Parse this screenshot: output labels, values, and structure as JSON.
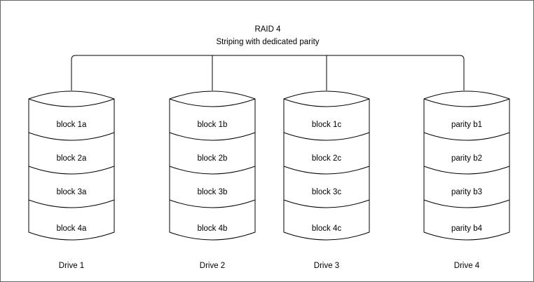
{
  "diagram": {
    "title_line1": "RAID 4",
    "title_line2": "Striping with dedicated parity",
    "drives": [
      {
        "label": "Drive 1",
        "blocks": [
          "block 1a",
          "block 2a",
          "block 3a",
          "block 4a"
        ]
      },
      {
        "label": "Drive 2",
        "blocks": [
          "block 1b",
          "block 2b",
          "block 3b",
          "block 4b"
        ]
      },
      {
        "label": "Drive 3",
        "blocks": [
          "block 1c",
          "block 2c",
          "block 3c",
          "block 4c"
        ]
      },
      {
        "label": "Drive 4",
        "blocks": [
          "parity b1",
          "parity b2",
          "parity b3",
          "parity b4"
        ]
      }
    ]
  },
  "colors": {
    "stroke": "#000000",
    "fill": "#ffffff",
    "border": "#666666"
  }
}
